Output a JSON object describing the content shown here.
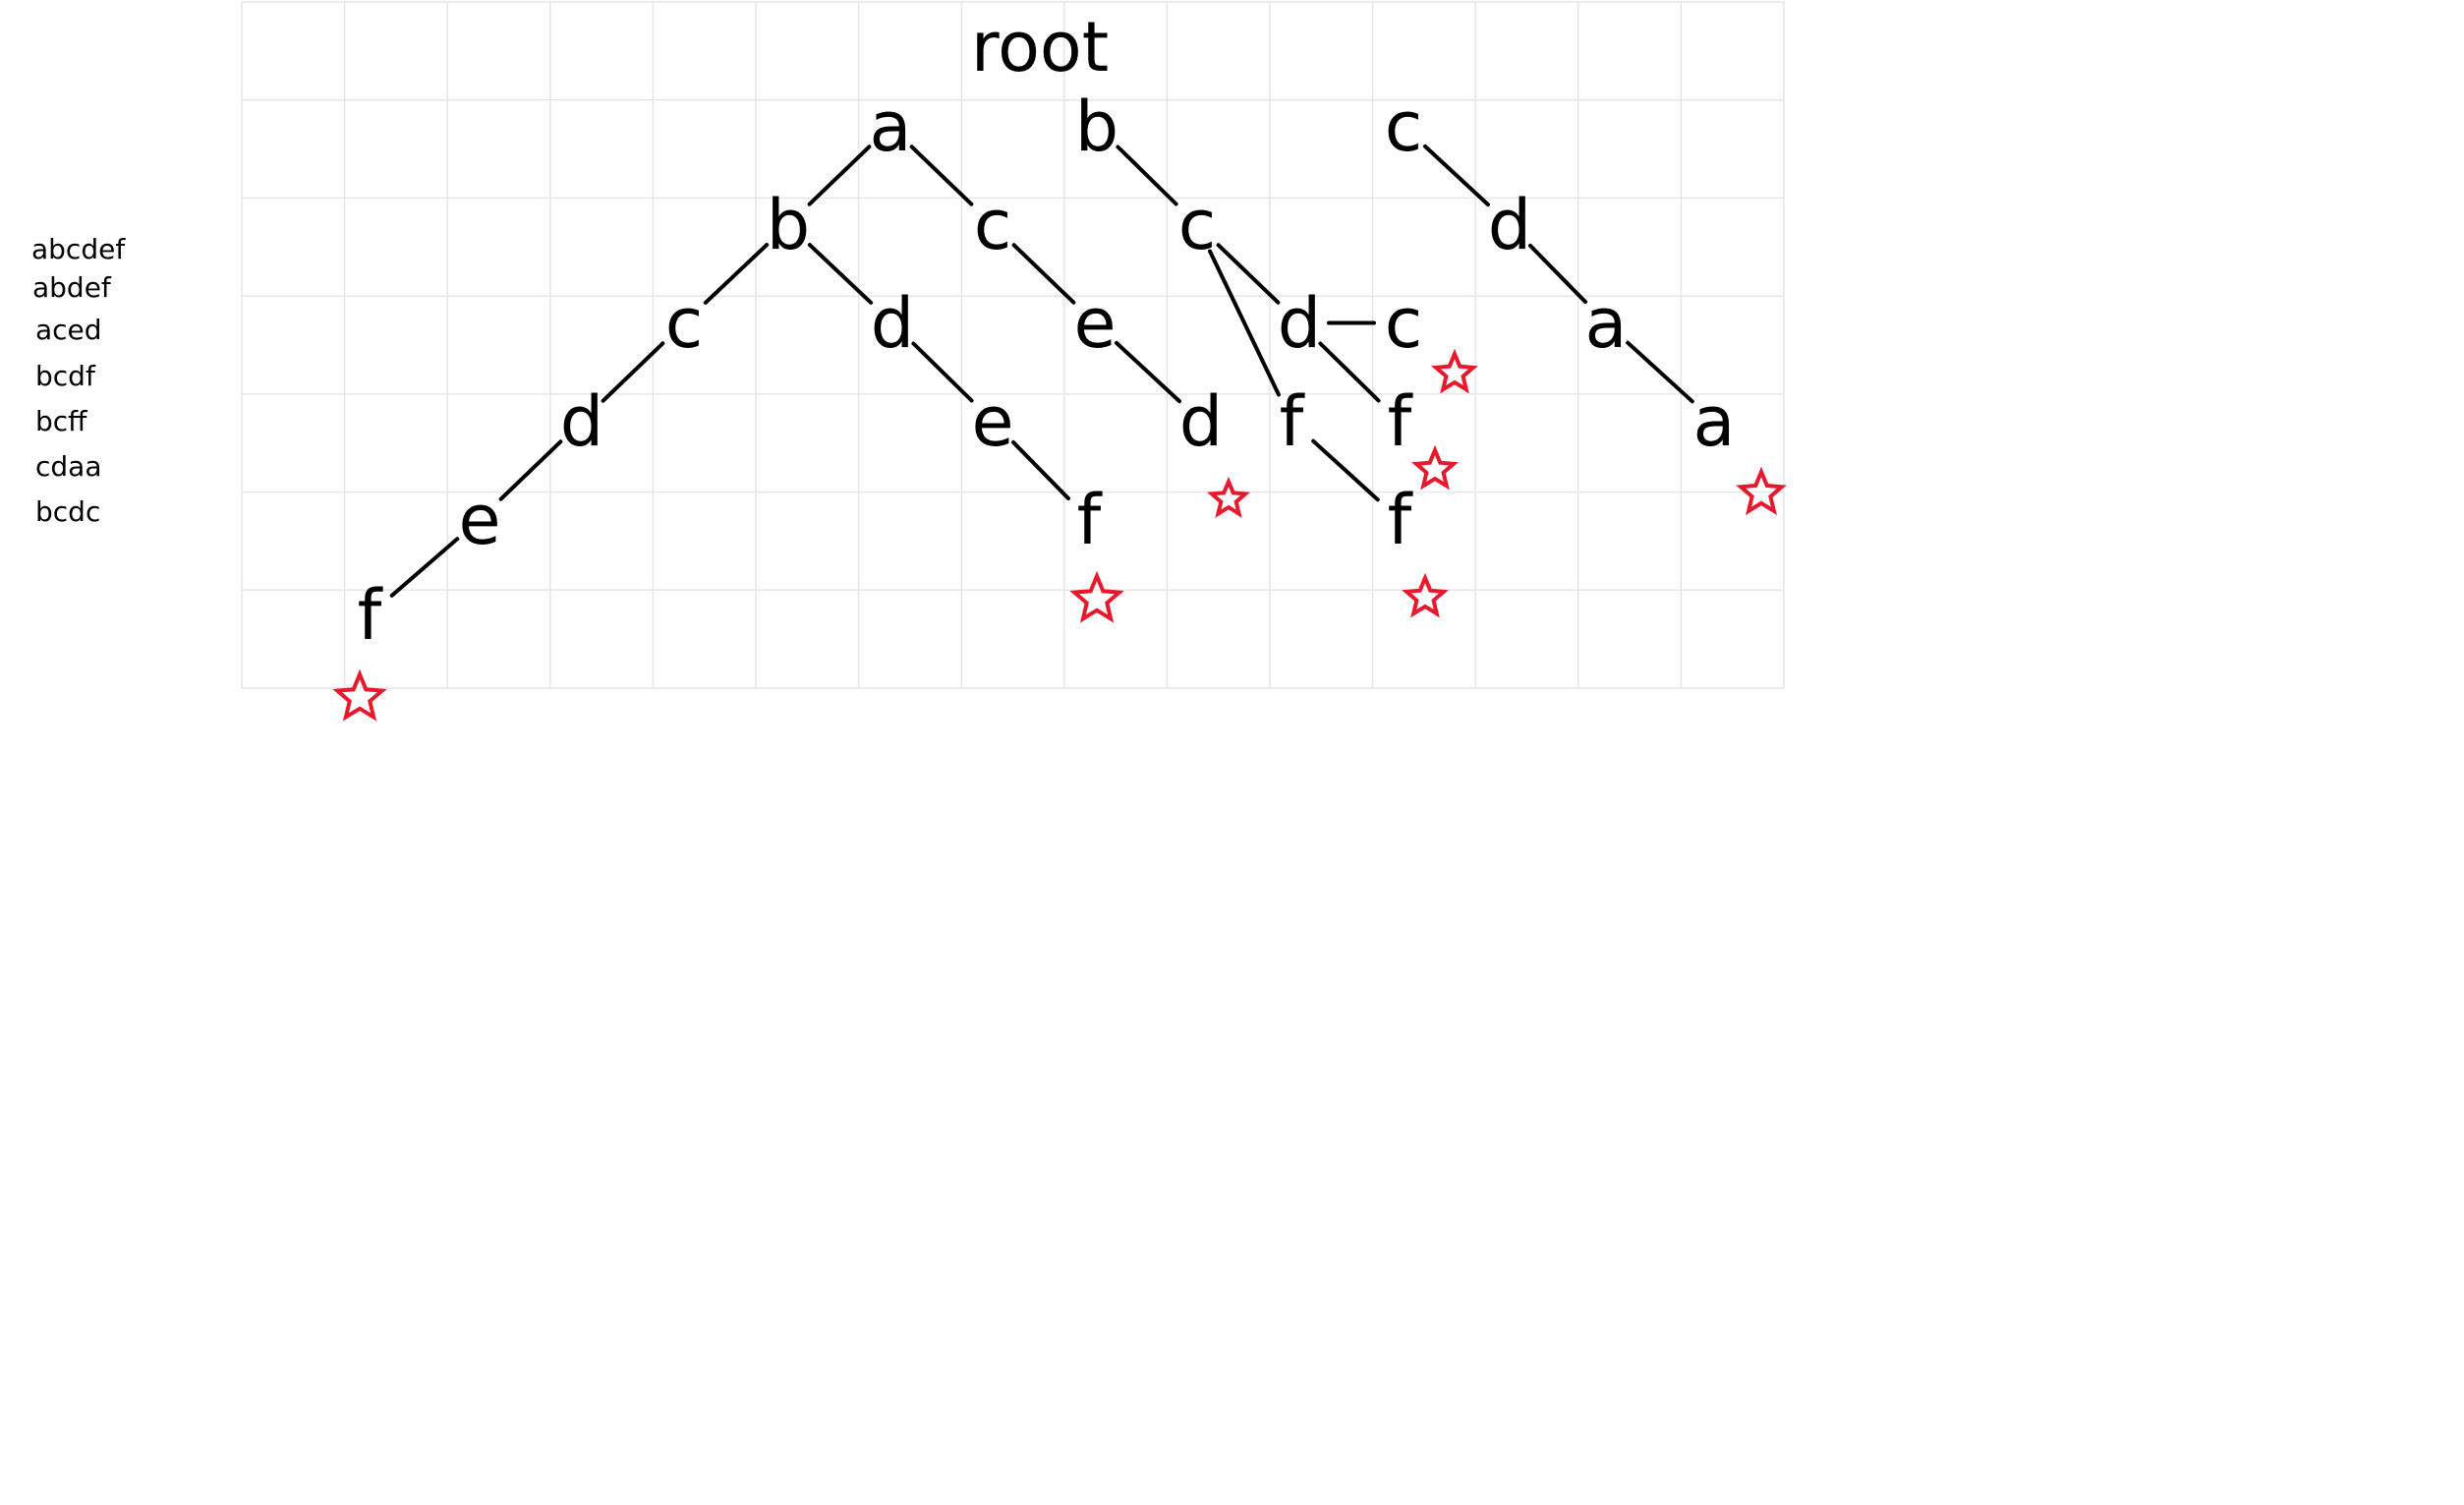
{
  "words": [
    "abcdef",
    "abdef",
    "aced",
    "bcdf",
    "bcff",
    "cdaa",
    "bcdc"
  ],
  "trie": {
    "root_label": "root",
    "nodes": [
      {
        "id": "a1",
        "label": "a"
      },
      {
        "id": "b1",
        "label": "b"
      },
      {
        "id": "c1",
        "label": "c"
      },
      {
        "id": "ab",
        "label": "b"
      },
      {
        "id": "ac",
        "label": "c"
      },
      {
        "id": "bc",
        "label": "c"
      },
      {
        "id": "cd",
        "label": "d"
      },
      {
        "id": "abc",
        "label": "c"
      },
      {
        "id": "abd",
        "label": "d"
      },
      {
        "id": "ace",
        "label": "e"
      },
      {
        "id": "bcd",
        "label": "d"
      },
      {
        "id": "bcdc",
        "label": "c"
      },
      {
        "id": "cda",
        "label": "a"
      },
      {
        "id": "abcd",
        "label": "d"
      },
      {
        "id": "abde",
        "label": "e"
      },
      {
        "id": "aced",
        "label": "d"
      },
      {
        "id": "bcf",
        "label": "f"
      },
      {
        "id": "bcdf",
        "label": "f"
      },
      {
        "id": "cdaa",
        "label": "a"
      },
      {
        "id": "abcde",
        "label": "e"
      },
      {
        "id": "abdef",
        "label": "f"
      },
      {
        "id": "bcff",
        "label": "f"
      },
      {
        "id": "abcdef",
        "label": "f"
      }
    ],
    "edges": [
      [
        "a1",
        "ab"
      ],
      [
        "a1",
        "ac"
      ],
      [
        "b1",
        "bc"
      ],
      [
        "c1",
        "cd"
      ],
      [
        "ab",
        "abc"
      ],
      [
        "ab",
        "abd"
      ],
      [
        "ac",
        "ace"
      ],
      [
        "bc",
        "bcd"
      ],
      [
        "bc",
        "bcf"
      ],
      [
        "cd",
        "cda"
      ],
      [
        "abc",
        "abcd"
      ],
      [
        "abd",
        "abde"
      ],
      [
        "ace",
        "aced"
      ],
      [
        "bcd",
        "bcdc"
      ],
      [
        "bcd",
        "bcdf"
      ],
      [
        "cda",
        "cdaa"
      ],
      [
        "abcd",
        "abcde"
      ],
      [
        "abde",
        "abdef"
      ],
      [
        "bcf",
        "bcff"
      ],
      [
        "abcde",
        "abcdef"
      ]
    ],
    "end_markers": [
      "abcdef",
      "abdef",
      "aced",
      "bcdc",
      "bcdf",
      "bcff",
      "cdaa"
    ]
  },
  "colors": {
    "grid": "#e6e6e6",
    "text": "#000000",
    "edge": "#000000",
    "star": "#e8192c",
    "background": "#ffffff"
  },
  "icons": {
    "end_marker": "star-outline-icon"
  }
}
